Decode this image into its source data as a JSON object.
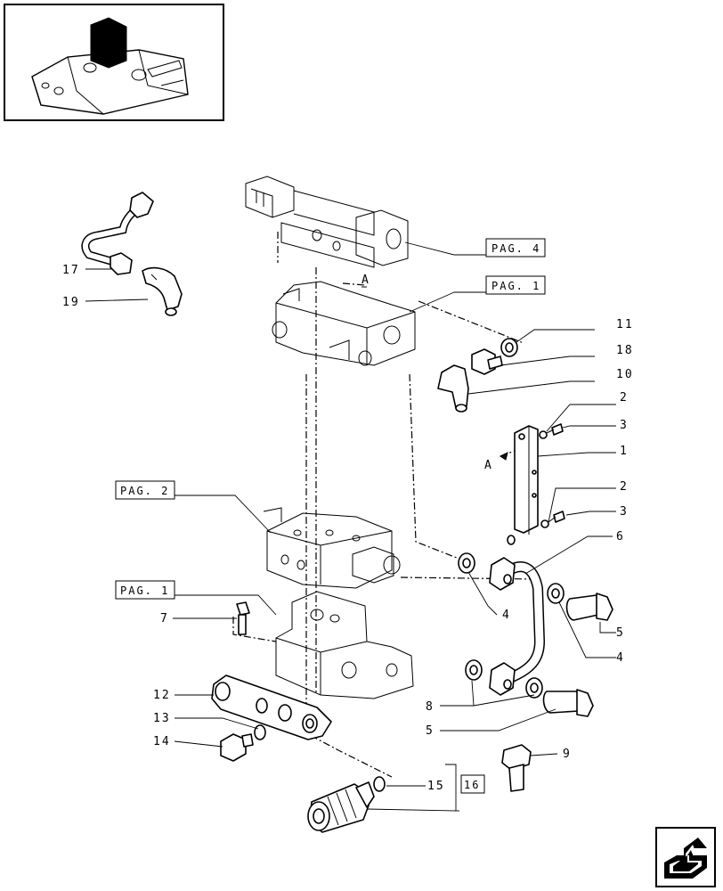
{
  "callouts": {
    "c17": "17",
    "c19": "19",
    "c11": "11",
    "c18": "18",
    "c10": "10",
    "c2a": "2",
    "c3a": "3",
    "c1": "1",
    "c2b": "2",
    "c3b": "3",
    "c6": "6",
    "c4a": "4",
    "c5a": "5",
    "c4b": "4",
    "c7": "7",
    "c12": "12",
    "c13": "13",
    "c14": "14",
    "c8": "8",
    "c5b": "5",
    "c9": "9",
    "c15": "15"
  },
  "page_refs": {
    "pag4": "PAG. 4",
    "pag1_top": "PAG. 1",
    "pag2": "PAG. 2",
    "pag1_left": "PAG. 1",
    "ref16": "16"
  },
  "view_markers": {
    "a_top": "A",
    "a_bracket": "A"
  },
  "icons": {
    "nav": "next-page-arrow-icon",
    "thumbnail": "tractor-lift-thumbnail"
  }
}
